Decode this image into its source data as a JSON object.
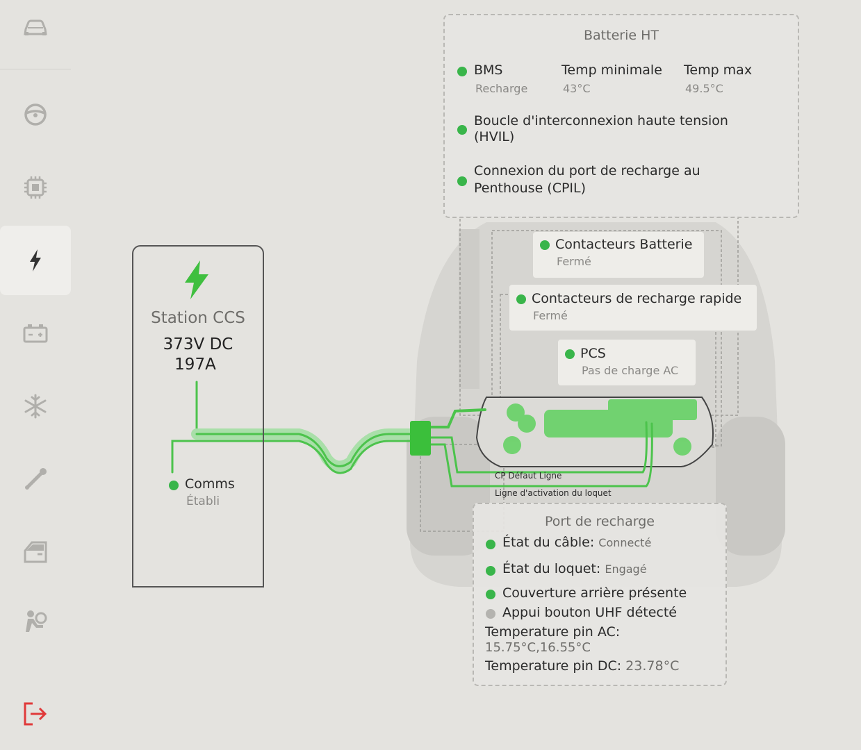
{
  "sidebar": {
    "items": [
      {
        "icon": "car-icon",
        "active": false
      },
      {
        "icon": "steering-wheel-icon",
        "active": false
      },
      {
        "icon": "chip-icon",
        "active": false
      },
      {
        "icon": "lightning-icon",
        "active": true
      },
      {
        "icon": "battery-icon",
        "active": false
      },
      {
        "icon": "snowflake-icon",
        "active": false
      },
      {
        "icon": "wrench-icon",
        "active": false
      },
      {
        "icon": "door-icon",
        "active": false
      },
      {
        "icon": "airbag-icon",
        "active": false
      },
      {
        "icon": "exit-icon",
        "active": false
      }
    ],
    "accent_color": "#e03a3a"
  },
  "hv_battery": {
    "title": "Batterie HT",
    "bms_label": "BMS",
    "bms_state": "Recharge",
    "temp_min_label": "Temp minimale",
    "temp_min_value": "43°C",
    "temp_max_label": "Temp max",
    "temp_max_value": "49.5°C",
    "hvil_line1": "Boucle d'interconnexion haute tension",
    "hvil_line2": "(HVIL)",
    "cpil_line1": "Connexion du port de recharge au",
    "cpil_line2": "Penthouse (CPIL)"
  },
  "contactors": {
    "battery_label": "Contacteurs Batterie",
    "battery_state": "Fermé",
    "fast_charge_label": "Contacteurs de recharge rapide",
    "fast_charge_state": "Fermé",
    "pcs_label": "PCS",
    "pcs_state": "Pas de charge AC"
  },
  "station": {
    "name": "Station CCS",
    "voltage": "373V DC",
    "current": "197A",
    "comms_label": "Comms",
    "comms_state": "Établi"
  },
  "lines": {
    "cp_fault": "CP Défaut Ligne",
    "latch_line": "Ligne d'activation du loquet"
  },
  "charge_port": {
    "title": "Port de recharge",
    "cable_label": "État du câble:",
    "cable_value": "Connecté",
    "latch_label": "État du loquet:",
    "latch_value": "Engagé",
    "rear_cover": "Couverture arrière présente",
    "uhf_button": "Appui bouton UHF détecté",
    "ac_pin_label": "Temperature pin AC:",
    "ac_pin_value": "15.75°C,16.55°C",
    "dc_pin_label": "Temperature pin DC:",
    "dc_pin_value": "23.78°C"
  },
  "colors": {
    "status_ok": "#39b54a",
    "status_inactive": "#b4b3af",
    "flow_green": "#3fbf3f"
  }
}
